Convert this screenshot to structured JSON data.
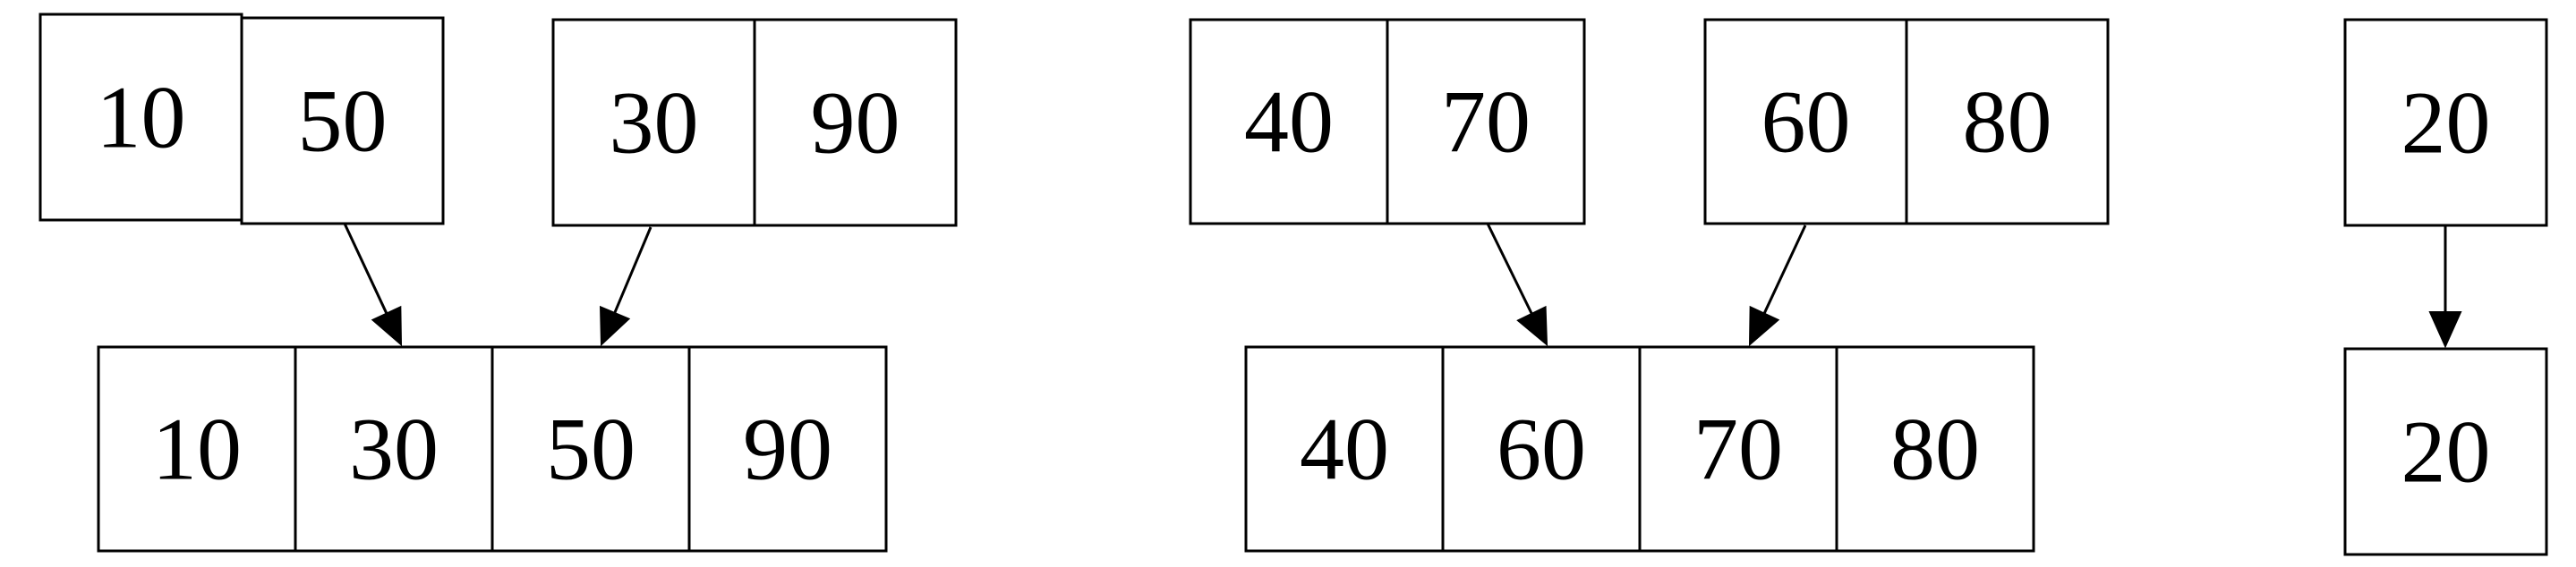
{
  "colors": {
    "background": "#ffffff",
    "stroke": "#000000",
    "text": "#000000"
  },
  "groups": [
    {
      "inputs": [
        [
          "10",
          "50"
        ],
        [
          "30",
          "90"
        ]
      ],
      "output": [
        "10",
        "30",
        "50",
        "90"
      ]
    },
    {
      "inputs": [
        [
          "40",
          "70"
        ],
        [
          "60",
          "80"
        ]
      ],
      "output": [
        "40",
        "60",
        "70",
        "80"
      ]
    },
    {
      "inputs": [
        [
          "20"
        ]
      ],
      "output": [
        "20"
      ]
    }
  ]
}
